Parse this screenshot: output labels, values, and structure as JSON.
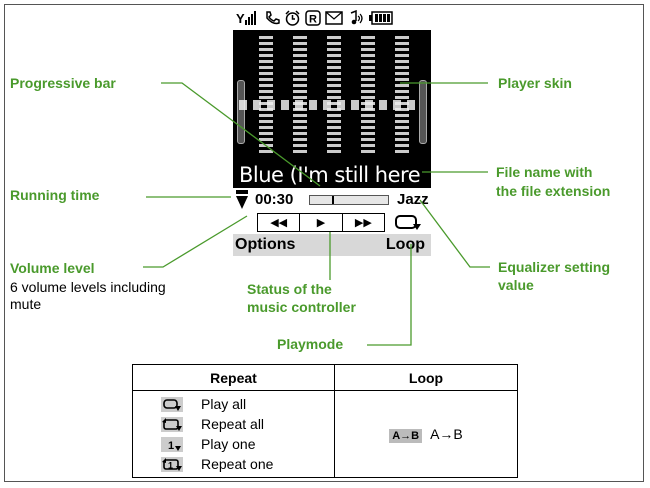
{
  "screen": {
    "song_title": "Blue (I'm still here",
    "running_time": "00:30",
    "equalizer": "Jazz",
    "softkey_left": "Options",
    "softkey_right": "Loop"
  },
  "labels": {
    "progressive_bar": "Progressive bar",
    "player_skin": "Player skin",
    "running_time": "Running time",
    "file_name_line1": "File name with",
    "file_name_line2": "the file extension",
    "volume_level": "Volume level",
    "volume_desc_line1": "6 volume levels including",
    "volume_desc_line2": "mute",
    "music_controller_line1": "Status of the",
    "music_controller_line2": "music controller",
    "equalizer_line1": "Equalizer setting",
    "equalizer_line2": "value",
    "playmode": "Playmode"
  },
  "table": {
    "header_repeat": "Repeat",
    "header_loop": "Loop",
    "repeat_items": [
      "Play all",
      "Repeat all",
      "Play one",
      "Repeat one"
    ],
    "loop_badge": "A→B",
    "loop_item": "A→B"
  },
  "colors": {
    "label_green": "#4a9a2c",
    "callout_line": "#4a9a2c"
  }
}
